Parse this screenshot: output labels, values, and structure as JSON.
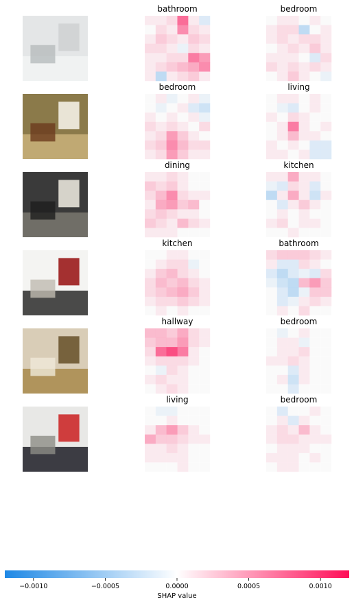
{
  "chart_data": {
    "type": "heatmap",
    "colorbar": {
      "label": "SHAP value",
      "range": [
        -0.0012,
        0.0012
      ],
      "ticks": [
        -0.001,
        -0.0005,
        0.0,
        0.0005,
        0.001
      ],
      "tick_labels": [
        "−0.0010",
        "−0.0005",
        "0.0000",
        "0.0005",
        "0.0010"
      ],
      "colors": {
        "negative": "#1e88e5",
        "neutral": "#ffffff",
        "positive": "#ff0d57"
      }
    },
    "rows": [
      {
        "photo": {
          "description": "bathroom photo",
          "palette": [
            "#e4e6e7",
            "#f2f3f3",
            "#cfd2d3",
            "#b7bbbd"
          ]
        },
        "panels": [
          {
            "title": "bathroom",
            "grid": [
              [
                0.0001,
                0.0001,
                0.0002,
                0.0009,
                0.0001,
                -0.0002
              ],
              [
                0.0,
                0.0002,
                0.0001,
                0.0007,
                0.0002,
                0.0001
              ],
              [
                0.0001,
                0.0003,
                0.0002,
                0.0001,
                0.0003,
                0.0002
              ],
              [
                0.0002,
                0.0002,
                0.0001,
                -0.0001,
                0.0002,
                0.0001
              ],
              [
                0.0001,
                0.0001,
                0.0002,
                0.0002,
                0.0008,
                0.0006
              ],
              [
                0.0001,
                0.0002,
                0.0003,
                0.0004,
                0.0005,
                0.0007
              ],
              [
                0.0001,
                -0.0004,
                0.0001,
                0.0002,
                0.0003,
                0.0001
              ]
            ]
          },
          {
            "title": "bedroom",
            "grid": [
              [
                0.0,
                0.0001,
                0.0001,
                0.0,
                0.0001,
                0.0
              ],
              [
                0.0001,
                0.0002,
                0.0002,
                -0.0004,
                0.0,
                0.0001
              ],
              [
                0.0001,
                0.0002,
                0.0001,
                0.0002,
                0.0002,
                0.0001
              ],
              [
                0.0,
                0.0001,
                0.0002,
                0.0001,
                0.0003,
                0.0001
              ],
              [
                0.0001,
                0.0001,
                0.0001,
                0.0,
                -0.0002,
                0.0002
              ],
              [
                0.0002,
                0.0001,
                0.0002,
                0.0001,
                0.0002,
                0.0001
              ],
              [
                0.0,
                0.0001,
                0.0003,
                0.0001,
                0.0,
                -0.0001
              ]
            ]
          }
        ]
      },
      {
        "photo": {
          "description": "bedroom photo",
          "palette": [
            "#8b7a4a",
            "#c9b27a",
            "#f3efe6",
            "#6b3b1d"
          ]
        },
        "panels": [
          {
            "title": "bedroom",
            "grid": [
              [
                0.0,
                0.0001,
                -0.0001,
                0.0,
                0.0001,
                -0.0001
              ],
              [
                0.0,
                -0.0001,
                0.0,
                0.0001,
                -0.0002,
                -0.0003
              ],
              [
                0.0001,
                0.0,
                0.0001,
                0.0,
                0.0001,
                -0.0001
              ],
              [
                0.0002,
                0.0001,
                0.0002,
                0.0001,
                0.0,
                0.0002
              ],
              [
                0.0001,
                0.0002,
                0.0006,
                0.0003,
                0.0001,
                0.0
              ],
              [
                0.0002,
                0.0003,
                0.0007,
                0.0004,
                0.0002,
                0.0002
              ],
              [
                0.0001,
                0.0002,
                0.0006,
                0.0003,
                0.0001,
                0.0001
              ]
            ]
          },
          {
            "title": "living",
            "grid": [
              [
                0.0,
                0.0001,
                0.0001,
                0.0,
                0.0001,
                0.0
              ],
              [
                0.0,
                -0.0001,
                -0.0002,
                0.0,
                0.0001,
                0.0
              ],
              [
                0.0001,
                0.0,
                0.0002,
                0.0001,
                0.0,
                0.0
              ],
              [
                0.0,
                0.0001,
                0.0008,
                0.0001,
                0.0,
                0.0001
              ],
              [
                0.0,
                0.0001,
                0.0004,
                0.0001,
                0.0001,
                0.0
              ],
              [
                0.0001,
                0.0,
                0.0001,
                0.0,
                -0.0002,
                -0.0002
              ],
              [
                0.0001,
                0.0001,
                0.0,
                0.0001,
                -0.0002,
                -0.0002
              ]
            ]
          }
        ]
      },
      {
        "photo": {
          "description": "dining room photo",
          "palette": [
            "#3a3a3a",
            "#7a7870",
            "#e8e4da",
            "#1e1e1e"
          ]
        },
        "panels": [
          {
            "title": "dining",
            "grid": [
              [
                0.0001,
                0.0001,
                0.0002,
                0.0001,
                0.0,
                0.0
              ],
              [
                0.0003,
                0.0002,
                0.0003,
                0.0001,
                0.0,
                0.0
              ],
              [
                0.0002,
                0.0004,
                0.0007,
                0.0002,
                0.0001,
                0.0001
              ],
              [
                0.0001,
                0.0005,
                0.0006,
                0.0003,
                0.0004,
                0.0
              ],
              [
                0.0002,
                0.0003,
                0.0002,
                0.0001,
                0.0001,
                0.0
              ],
              [
                0.0003,
                0.0002,
                0.0001,
                0.0004,
                0.0002,
                0.0001
              ],
              [
                0.0001,
                0.0001,
                0.0001,
                0.0,
                0.0,
                0.0
              ]
            ]
          },
          {
            "title": "kitchen",
            "grid": [
              [
                0.0001,
                0.0001,
                0.0005,
                0.0001,
                0.0001,
                0.0
              ],
              [
                -0.0001,
                -0.0002,
                0.0002,
                0.0001,
                -0.0002,
                0.0
              ],
              [
                -0.0004,
                0.0001,
                0.0005,
                0.0001,
                -0.0003,
                0.0001
              ],
              [
                0.0,
                -0.0002,
                0.0001,
                0.0003,
                0.0001,
                0.0
              ],
              [
                0.0,
                0.0001,
                0.0,
                0.0001,
                0.0,
                0.0
              ],
              [
                0.0001,
                0.0002,
                0.0,
                0.0001,
                0.0001,
                0.0
              ],
              [
                0.0,
                0.0,
                0.0001,
                0.0,
                0.0,
                0.0
              ]
            ]
          }
        ]
      },
      {
        "photo": {
          "description": "kitchen photo",
          "palette": [
            "#f4f4f2",
            "#2b2b2b",
            "#9b1b1b",
            "#bfbab0"
          ]
        },
        "panels": [
          {
            "title": "kitchen",
            "grid": [
              [
                0.0,
                0.0,
                0.0001,
                0.0001,
                0.0,
                0.0
              ],
              [
                0.0,
                0.0001,
                0.0002,
                0.0002,
                -0.0001,
                0.0
              ],
              [
                0.0001,
                0.0003,
                0.0004,
                0.0002,
                0.0001,
                0.0
              ],
              [
                0.0002,
                0.0004,
                0.0003,
                0.0004,
                0.0002,
                0.0001
              ],
              [
                0.0002,
                0.0003,
                0.0004,
                0.0005,
                0.0003,
                0.0001
              ],
              [
                0.0001,
                0.0002,
                0.0002,
                0.0003,
                0.0002,
                0.0001
              ],
              [
                0.0,
                0.0001,
                0.0,
                0.0001,
                0.0,
                0.0
              ]
            ]
          },
          {
            "title": "bathroom",
            "grid": [
              [
                0.0002,
                0.0003,
                0.0003,
                0.0003,
                0.0002,
                0.0001
              ],
              [
                0.0001,
                -0.0002,
                -0.0002,
                0.0002,
                0.0001,
                0.0
              ],
              [
                -0.0002,
                -0.0004,
                -0.0002,
                -0.0001,
                -0.0002,
                0.0002
              ],
              [
                -0.0001,
                -0.0003,
                -0.0004,
                0.0004,
                0.0006,
                0.0003
              ],
              [
                0.0,
                -0.0002,
                -0.0004,
                -0.0001,
                0.0003,
                0.0003
              ],
              [
                0.0,
                -0.0002,
                -0.0001,
                0.0001,
                0.0002,
                0.0001
              ],
              [
                0.0,
                0.0001,
                0.0,
                0.0002,
                0.0,
                0.0
              ]
            ]
          }
        ]
      },
      {
        "photo": {
          "description": "hallway photo",
          "palette": [
            "#d9cdb7",
            "#a88a4c",
            "#6c5630",
            "#efe8d8"
          ]
        },
        "panels": [
          {
            "title": "hallway",
            "grid": [
              [
                0.0004,
                0.0004,
                0.0003,
                0.0005,
                0.0002,
                0.0001
              ],
              [
                0.0003,
                0.0004,
                0.0004,
                0.0006,
                0.0002,
                0.0001
              ],
              [
                0.0002,
                0.0009,
                0.0011,
                0.0008,
                0.0001,
                0.0
              ],
              [
                0.0001,
                0.0002,
                0.0002,
                0.0002,
                0.0001,
                0.0
              ],
              [
                0.0,
                -0.0001,
                0.0002,
                0.0001,
                0.0,
                0.0
              ],
              [
                0.0001,
                0.0002,
                0.0001,
                0.0001,
                0.0,
                0.0
              ],
              [
                0.0,
                0.0001,
                0.0002,
                0.0001,
                0.0,
                0.0
              ]
            ]
          },
          {
            "title": "bedroom",
            "grid": [
              [
                0.0,
                -0.0001,
                0.0,
                0.0001,
                0.0,
                0.0
              ],
              [
                0.0,
                0.0001,
                0.0001,
                -0.0001,
                0.0,
                0.0
              ],
              [
                0.0,
                0.0001,
                0.0001,
                0.0002,
                0.0,
                0.0
              ],
              [
                0.0001,
                0.0001,
                0.0002,
                0.0001,
                0.0,
                0.0
              ],
              [
                0.0,
                0.0,
                -0.0002,
                0.0001,
                0.0,
                0.0
              ],
              [
                0.0,
                0.0001,
                -0.0003,
                0.0001,
                0.0,
                0.0
              ],
              [
                0.0,
                0.0,
                -0.0002,
                0.0,
                0.0,
                0.0
              ]
            ]
          }
        ]
      },
      {
        "photo": {
          "description": "living room photo",
          "palette": [
            "#e8e8e6",
            "#1d1d26",
            "#cc2a2a",
            "#8c8c86"
          ]
        },
        "panels": [
          {
            "title": "living",
            "grid": [
              [
                0.0,
                -0.0001,
                -0.0001,
                0.0,
                0.0,
                0.0
              ],
              [
                0.0,
                0.0,
                0.0001,
                0.0,
                0.0,
                0.0
              ],
              [
                0.0001,
                0.0004,
                0.0006,
                0.0003,
                0.0001,
                0.0
              ],
              [
                0.0005,
                0.0003,
                0.0003,
                0.0002,
                0.0001,
                0.0001
              ],
              [
                0.0001,
                0.0001,
                0.0002,
                0.0001,
                0.0,
                0.0
              ],
              [
                0.0001,
                0.0001,
                0.0001,
                0.0001,
                0.0,
                0.0
              ],
              [
                0.0,
                0.0,
                0.0,
                0.0001,
                0.0,
                0.0
              ]
            ]
          },
          {
            "title": "bedroom",
            "grid": [
              [
                0.0,
                -0.0002,
                0.0,
                0.0,
                0.0001,
                0.0
              ],
              [
                0.0,
                0.0001,
                -0.0002,
                0.0001,
                0.0,
                0.0
              ],
              [
                0.0001,
                0.0002,
                0.0001,
                0.0004,
                0.0001,
                0.0
              ],
              [
                0.0001,
                0.0002,
                0.0002,
                0.0001,
                0.0001,
                0.0001
              ],
              [
                0.0,
                0.0001,
                0.0001,
                0.0001,
                0.0,
                0.0
              ],
              [
                0.0001,
                0.0001,
                0.0001,
                0.0,
                0.0001,
                0.0
              ],
              [
                0.0,
                0.0001,
                0.0001,
                0.0,
                0.0,
                0.0
              ]
            ]
          }
        ]
      }
    ]
  }
}
